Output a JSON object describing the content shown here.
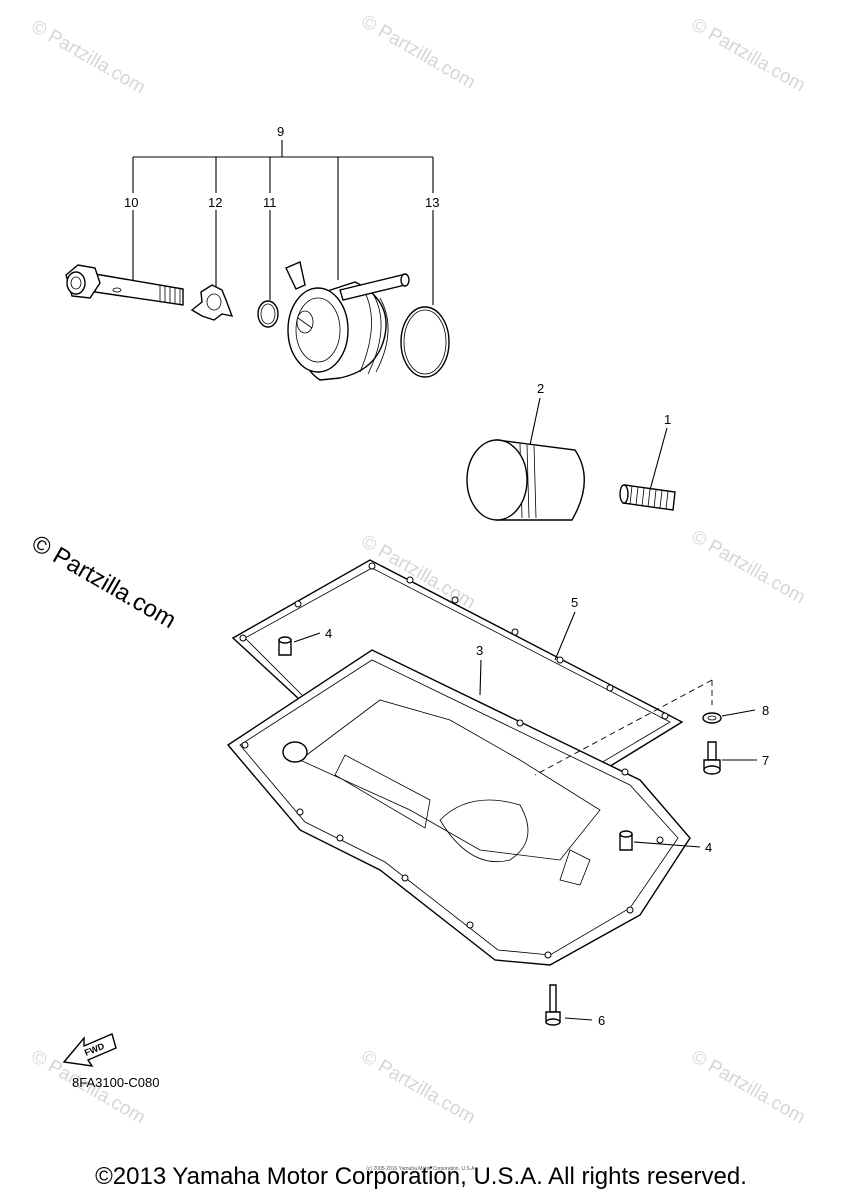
{
  "watermark": {
    "text": "© Partzilla.com",
    "prominent_text": "© Partzilla.com"
  },
  "callouts": {
    "c1": "1",
    "c2": "2",
    "c3": "3",
    "c4a": "4",
    "c4b": "4",
    "c5": "5",
    "c6": "6",
    "c7": "7",
    "c8": "8",
    "c9": "9",
    "c10": "10",
    "c11": "11",
    "c12": "12",
    "c13": "13"
  },
  "fwd_label": "FWD",
  "diagram_code": "8FA3100-C080",
  "fine_print": "(c) 2005-2016 Yamaha Motor Corporation, U.S.A.",
  "footer": "©2013 Yamaha Motor Corporation, U.S.A. All rights reserved."
}
